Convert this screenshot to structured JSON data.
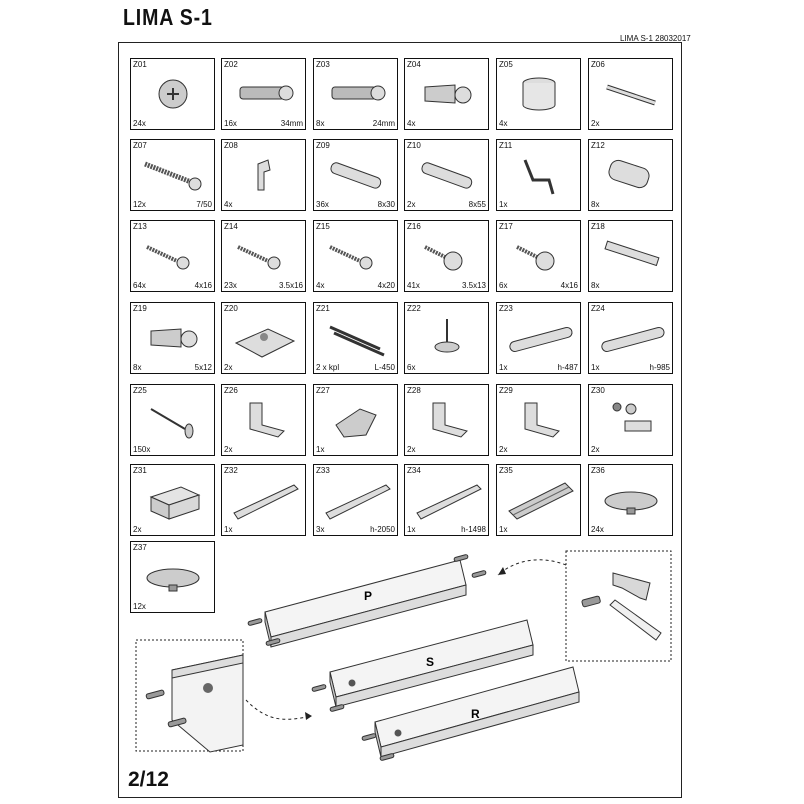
{
  "header": {
    "title": "LIMA  S-1",
    "doc_id": "LIMA  S-1 28032017"
  },
  "parts": [
    {
      "code": "Z01",
      "qty": "24x",
      "size": "",
      "icon": "cam-lock-icon"
    },
    {
      "code": "Z02",
      "qty": "16x",
      "size": "34mm",
      "icon": "connector-bolt-icon"
    },
    {
      "code": "Z03",
      "qty": "8x",
      "size": "24mm",
      "icon": "connector-bolt-icon"
    },
    {
      "code": "Z04",
      "qty": "4x",
      "size": "",
      "icon": "anchor-screw-icon"
    },
    {
      "code": "Z05",
      "qty": "4x",
      "size": "",
      "icon": "cam-housing-icon"
    },
    {
      "code": "Z06",
      "qty": "2x",
      "size": "",
      "icon": "pin-icon"
    },
    {
      "code": "Z07",
      "qty": "12x",
      "size": "7/50",
      "icon": "long-screw-icon"
    },
    {
      "code": "Z08",
      "qty": "4x",
      "size": "",
      "icon": "clip-icon"
    },
    {
      "code": "Z09",
      "qty": "36x",
      "size": "8x30",
      "icon": "dowel-icon"
    },
    {
      "code": "Z10",
      "qty": "2x",
      "size": "8x55",
      "icon": "dowel-icon"
    },
    {
      "code": "Z11",
      "qty": "1x",
      "size": "",
      "icon": "hex-key-icon"
    },
    {
      "code": "Z12",
      "qty": "8x",
      "size": "",
      "icon": "sleeve-icon"
    },
    {
      "code": "Z13",
      "qty": "64x",
      "size": "4x16",
      "icon": "screw-icon"
    },
    {
      "code": "Z14",
      "qty": "23x",
      "size": "3.5x16",
      "icon": "screw-icon"
    },
    {
      "code": "Z15",
      "qty": "4x",
      "size": "4x20",
      "icon": "screw-icon"
    },
    {
      "code": "Z16",
      "qty": "41x",
      "size": "3.5x13",
      "icon": "washer-screw-icon"
    },
    {
      "code": "Z17",
      "qty": "6x",
      "size": "4x16",
      "icon": "washer-screw-icon"
    },
    {
      "code": "Z18",
      "qty": "8x",
      "size": "",
      "icon": "plate-icon"
    },
    {
      "code": "Z19",
      "qty": "8x",
      "size": "5x12",
      "icon": "anchor-screw-icon"
    },
    {
      "code": "Z20",
      "qty": "2x",
      "size": "",
      "icon": "hinge-plate-icon"
    },
    {
      "code": "Z21",
      "qty": "2 x kpl",
      "size": "L-450",
      "icon": "drawer-slide-icon"
    },
    {
      "code": "Z22",
      "qty": "6x",
      "size": "",
      "icon": "glide-foot-icon"
    },
    {
      "code": "Z23",
      "qty": "1x",
      "size": "h-487",
      "icon": "rod-icon"
    },
    {
      "code": "Z24",
      "qty": "1x",
      "size": "h-985",
      "icon": "rod-icon"
    },
    {
      "code": "Z25",
      "qty": "150x",
      "size": "",
      "icon": "nail-icon"
    },
    {
      "code": "Z26",
      "qty": "2x",
      "size": "",
      "icon": "bracket-icon"
    },
    {
      "code": "Z27",
      "qty": "1x",
      "size": "",
      "icon": "hinge-icon"
    },
    {
      "code": "Z28",
      "qty": "2x",
      "size": "",
      "icon": "bracket-icon"
    },
    {
      "code": "Z29",
      "qty": "2x",
      "size": "",
      "icon": "bracket-icon"
    },
    {
      "code": "Z30",
      "qty": "2x",
      "size": "",
      "icon": "lock-set-icon"
    },
    {
      "code": "Z31",
      "qty": "2x",
      "size": "",
      "icon": "block-icon"
    },
    {
      "code": "Z32",
      "qty": "1x",
      "size": "",
      "icon": "profile-icon"
    },
    {
      "code": "Z33",
      "qty": "3x",
      "size": "h-2050",
      "icon": "profile-icon"
    },
    {
      "code": "Z34",
      "qty": "1x",
      "size": "h-1498",
      "icon": "profile-icon"
    },
    {
      "code": "Z35",
      "qty": "1x",
      "size": "",
      "icon": "rail-icon"
    },
    {
      "code": "Z36",
      "qty": "24x",
      "size": "",
      "icon": "cap-icon"
    },
    {
      "code": "Z37",
      "qty": "12x",
      "size": "",
      "icon": "cap-icon"
    }
  ],
  "panels": {
    "top": "P",
    "middle": "S",
    "bottom": "R"
  },
  "footer": {
    "page": "2/12"
  }
}
